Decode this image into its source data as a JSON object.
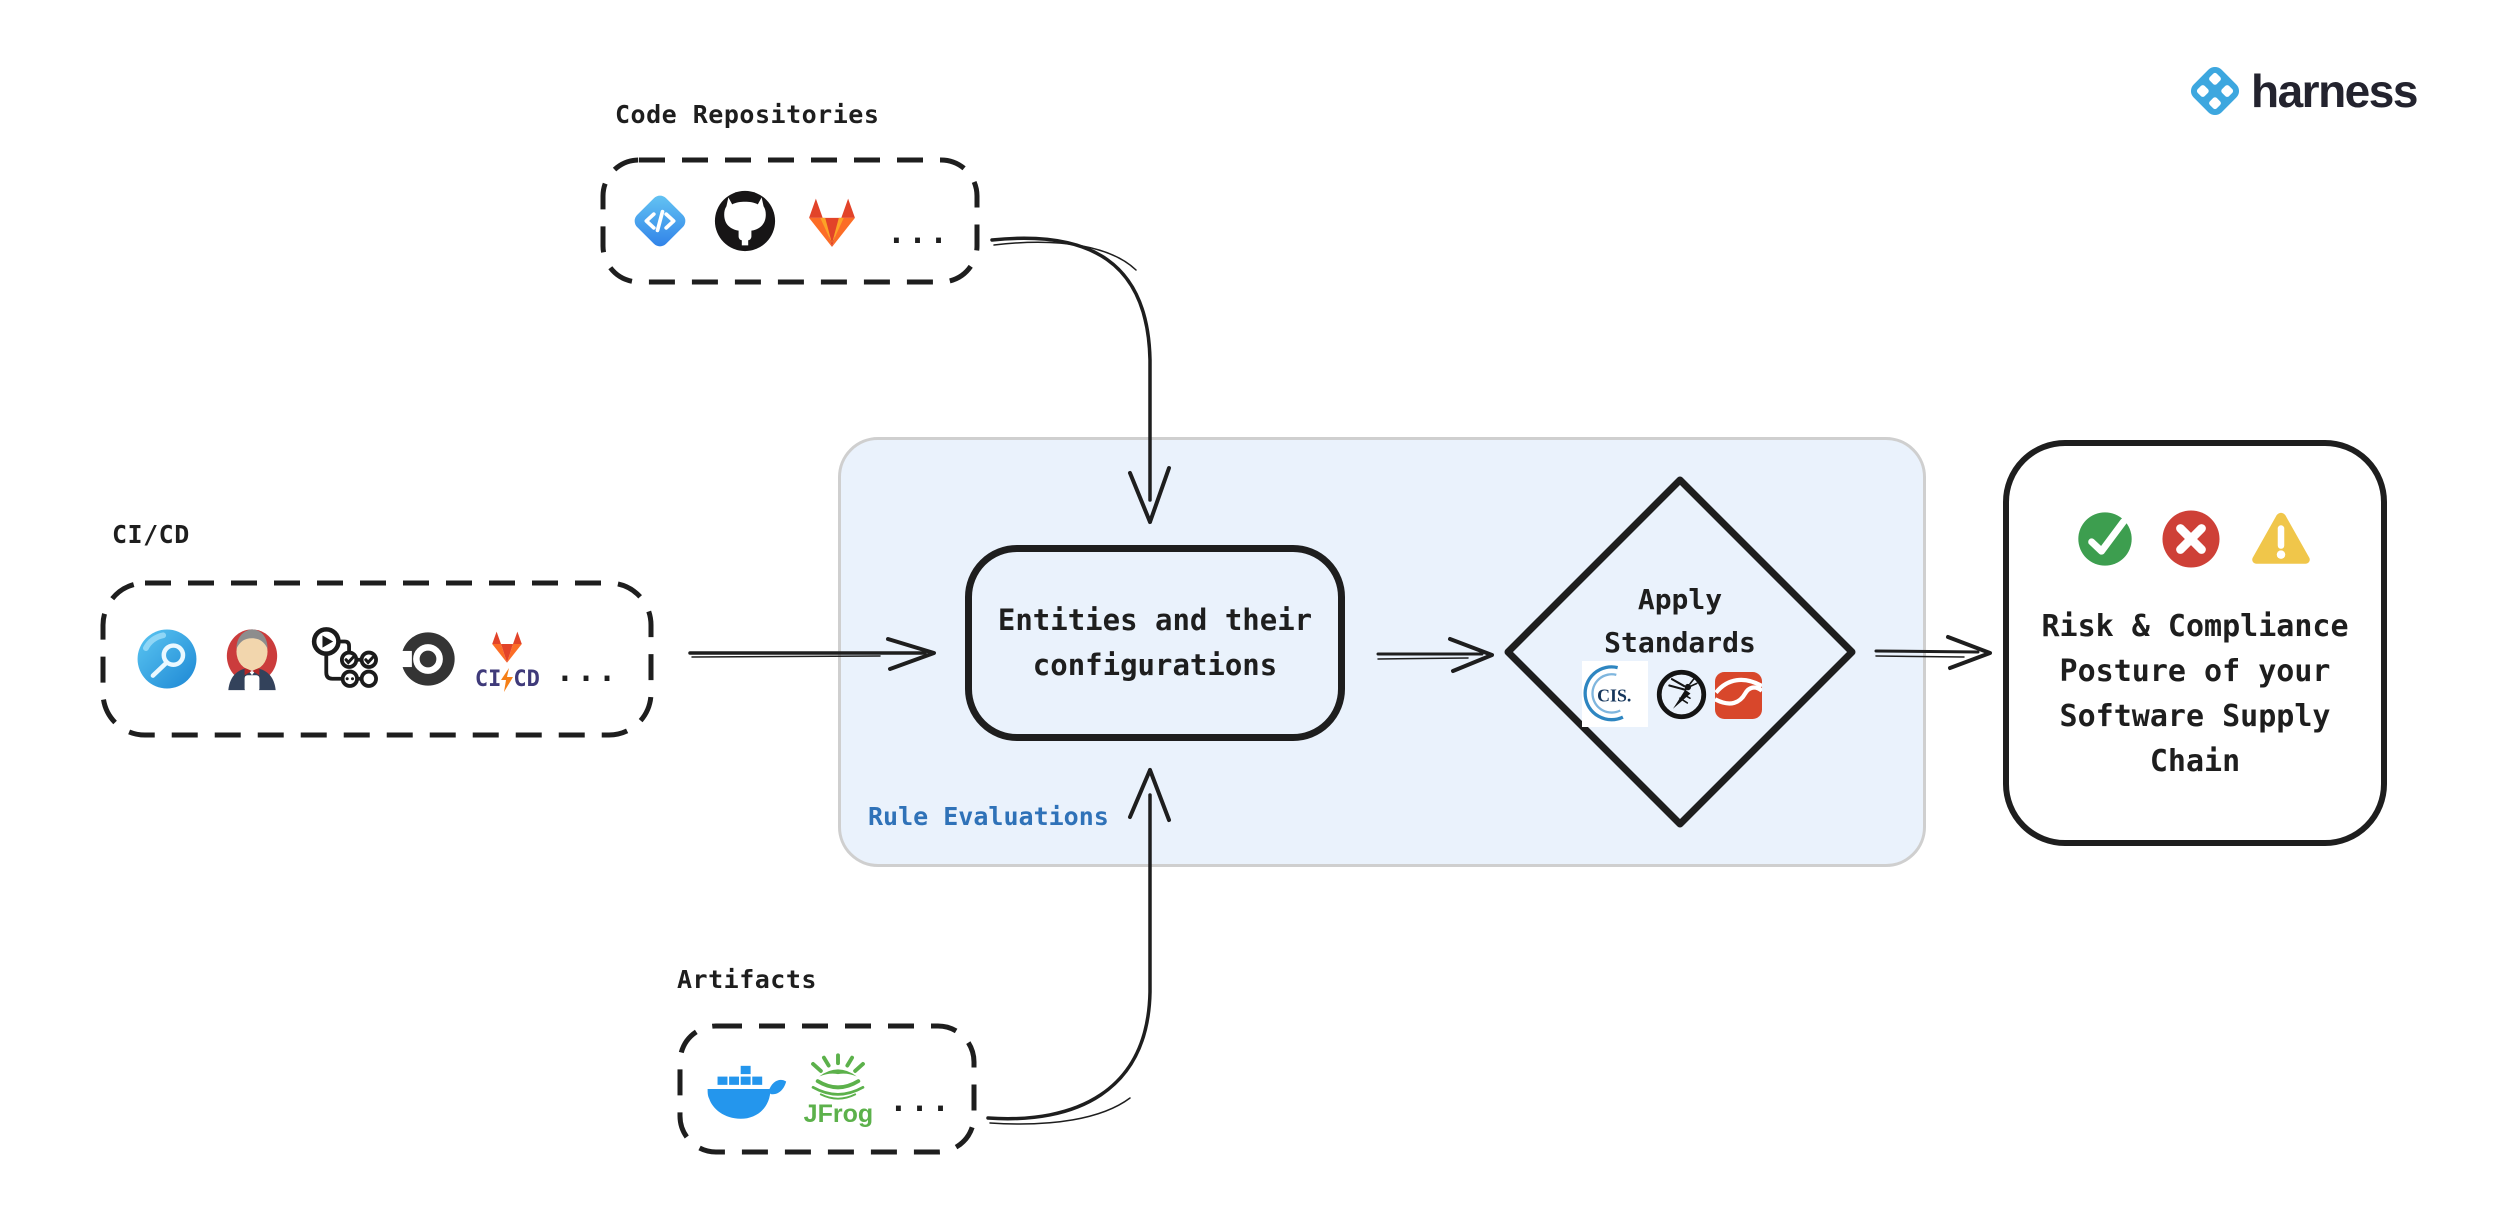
{
  "page": {
    "background_color": "#ffffff",
    "stroke_color": "#1e1e1e"
  },
  "brand": {
    "name": "harness",
    "icon": "harness-logo-icon",
    "accent_color": "#3DA7DF",
    "text_color": "#23232E"
  },
  "groups": {
    "code_repositories": {
      "label": "Code Repositories",
      "icons": [
        "code-repo-icon",
        "github-icon",
        "gitlab-icon"
      ],
      "ellipsis": "..."
    },
    "cicd": {
      "label": "CI/CD",
      "icons": [
        "harness-ci-icon",
        "jenkins-icon",
        "github-actions-icon",
        "circleci-icon",
        "gitlab-cicd-icon"
      ],
      "gitlab_cicd": {
        "prefix": "CI",
        "suffix": "CD"
      },
      "ellipsis": "..."
    },
    "artifacts": {
      "label": "Artifacts",
      "icons": [
        "docker-icon",
        "jfrog-icon"
      ],
      "jfrog_wordmark": "JFrog",
      "ellipsis": "..."
    }
  },
  "rule_evaluations_panel": {
    "label": "Rule Evaluations",
    "label_color": "#2F72B8",
    "fill_color": "#EAF2FC",
    "border_color": "#CFCFCF"
  },
  "entities_node": {
    "line1": "Entities and their",
    "line2": "configurations"
  },
  "apply_standards_node": {
    "line1": "Apply",
    "line2": "Standards",
    "icons": [
      "cis-icon",
      "owasp-icon",
      "standards-ribbon-icon"
    ],
    "cis_wordmark": "CIS."
  },
  "outcome_node": {
    "icons": [
      "success-check-icon",
      "error-cross-icon",
      "warning-icon"
    ],
    "lines": [
      "Risk & Compliance",
      "Posture of your",
      "Software Supply",
      "Chain"
    ],
    "status_colors": {
      "success": "#3D9E4F",
      "error": "#CE4037",
      "warning": "#F0C64A"
    }
  }
}
